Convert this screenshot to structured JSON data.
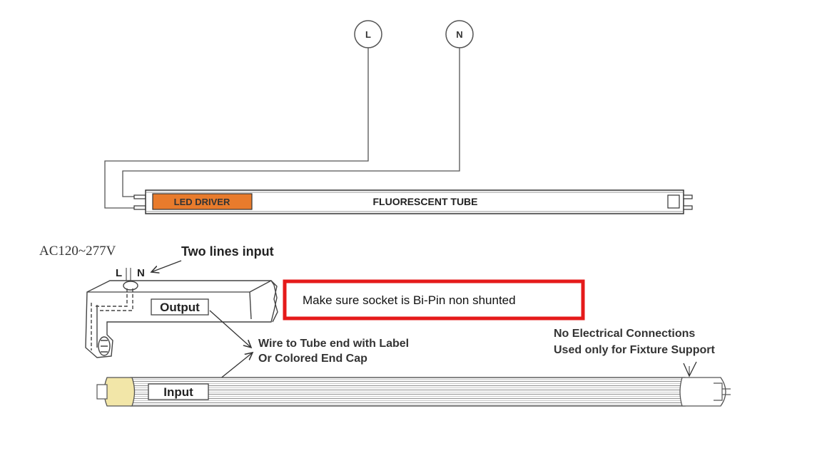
{
  "terminals": {
    "line": "L",
    "neutral": "N"
  },
  "top_tube": {
    "driver_label": "LED DRIVER",
    "tube_label": "FLUORESCENT TUBE",
    "driver_color": "#e87b2c"
  },
  "socket": {
    "voltage": "AC120~277V",
    "input_note": "Two lines input",
    "pin_label": "L",
    "pin_label2": "N",
    "output_label": "Output"
  },
  "notice": {
    "text": "Make sure socket is Bi-Pin non shunted",
    "border_color": "#e51a1a"
  },
  "wire_note": {
    "line1": "Wire to Tube end with Label",
    "line2": "Or Colored End Cap"
  },
  "support_note": {
    "line1": "No Electrical Connections",
    "line2": "Used only for Fixture Support"
  },
  "bottom_tube": {
    "input_label": "Input",
    "end_cap_color": "#f2e6a8"
  }
}
